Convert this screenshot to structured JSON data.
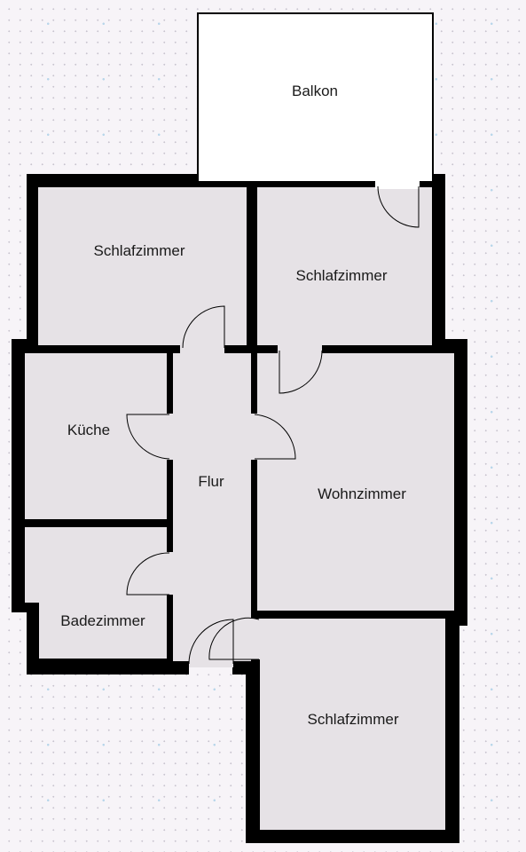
{
  "plan": {
    "colors": {
      "wall": "#000000",
      "floor": "#e6e2e6",
      "balcony": "#ffffff",
      "background": "#f7f4f8"
    },
    "rooms": {
      "balkon": "Balkon",
      "schlafzimmer_top_left": "Schlafzimmer",
      "schlafzimmer_top_right": "Schlafzimmer",
      "kueche": "Küche",
      "flur": "Flur",
      "wohnzimmer": "Wohnzimmer",
      "badezimmer": "Badezimmer",
      "schlafzimmer_bottom": "Schlafzimmer"
    }
  }
}
